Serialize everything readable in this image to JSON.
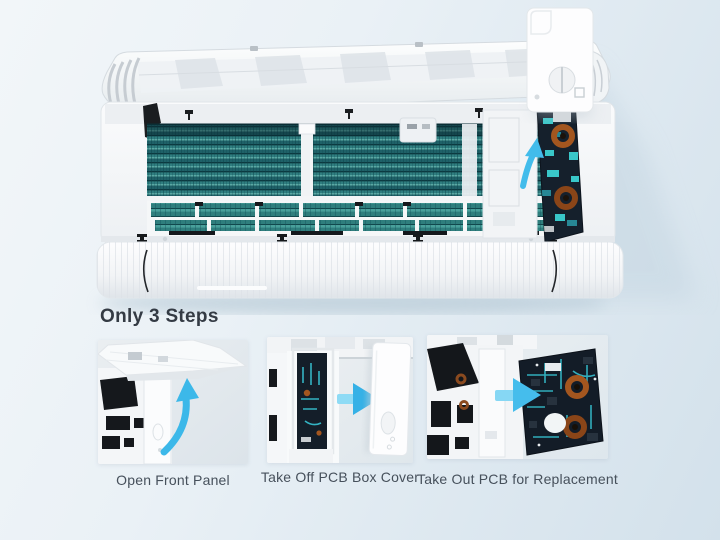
{
  "heading": {
    "text": "Only 3 Steps"
  },
  "steps": [
    {
      "label": "Open Front Panel",
      "icon": "curved-up-arrow-icon"
    },
    {
      "label": "Take Off PCB Box Cover",
      "icon": "right-arrow-icon"
    },
    {
      "label": "Take Out PCB for Replacement",
      "icon": "right-arrow-icon"
    }
  ],
  "hero": {
    "subject": "air-conditioner-indoor-unit-open-front-panel",
    "arrow_icon": "up-right-arrow-icon"
  },
  "colors": {
    "background_top_left": "#f2f6f9",
    "background_bottom_right": "#d3e1eb",
    "arrow_accent": "#3cb8e9",
    "evaporator_teal_dark": "#1c5a60",
    "evaporator_teal_light": "#57a7a3",
    "pcb_board_dark": "#141e29",
    "pcb_trace_cyan": "#38c7d8",
    "coil_copper": "#a3561f",
    "unit_white": "#f7f9fa",
    "heading_text": "#343b44",
    "caption_text": "#46505b"
  }
}
